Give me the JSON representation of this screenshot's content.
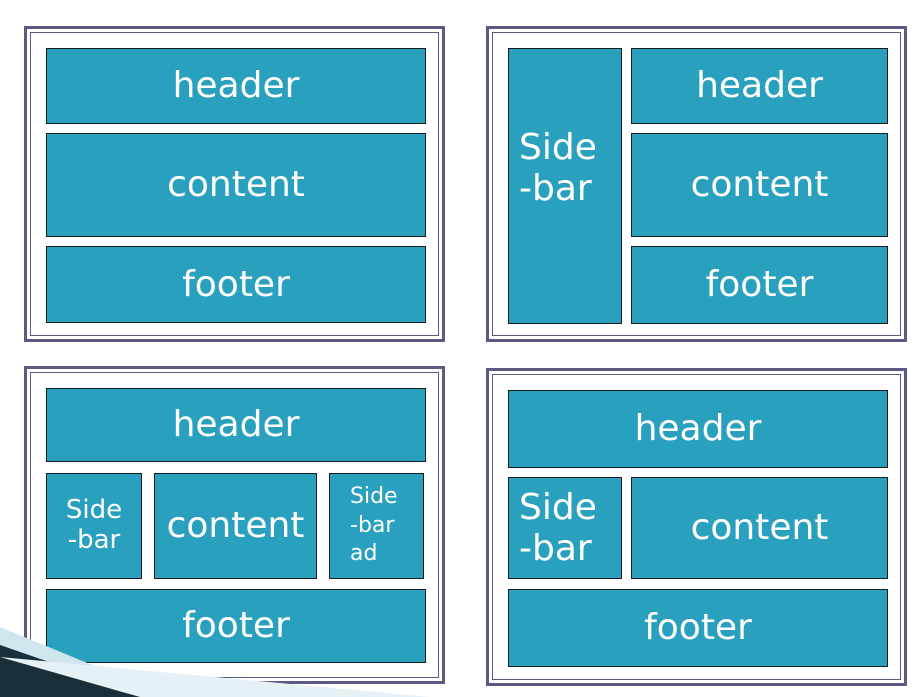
{
  "panels": [
    {
      "header": "header",
      "content": "content",
      "footer": "footer"
    },
    {
      "sidebar": "Side\n-bar",
      "header": "header",
      "content": "content",
      "footer": "footer"
    },
    {
      "header": "header",
      "sidebar": "Side\n-bar",
      "content": "content",
      "sidebar_ad": "Side\n-bar\nad",
      "footer": "footer"
    },
    {
      "header": "header",
      "sidebar": "Side\n-bar",
      "content": "content",
      "footer": "footer"
    }
  ],
  "colors": {
    "box_fill": "#2aa0bf",
    "panel_border": "#5a5a85",
    "decor_dark": "#1b2f3a",
    "decor_light": "#cfe6ee"
  }
}
